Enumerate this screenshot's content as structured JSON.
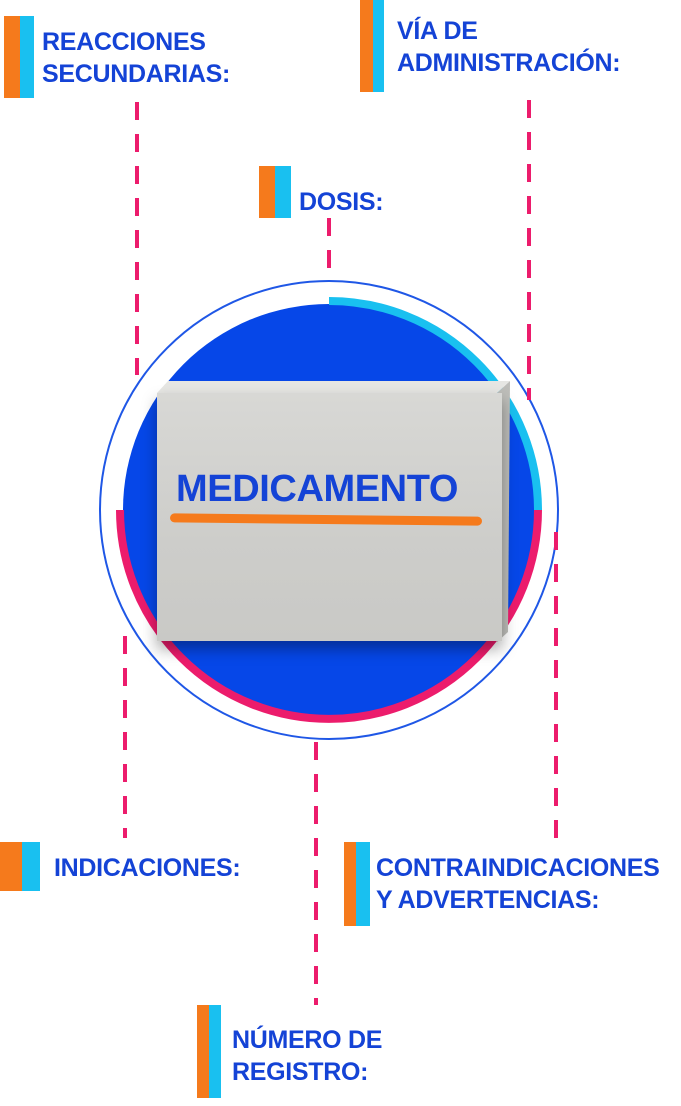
{
  "colors": {
    "blue": "#0647e8",
    "label_blue": "#1443d6",
    "outer_ring": "#1f57e6",
    "cyan": "#19c0f0",
    "magenta": "#ec1c6c",
    "orange": "#f57a1c",
    "box": "#cfcfcc",
    "box_top": "#e6e6e3",
    "box_side": "#bdbdb9",
    "dash": "#ec1c6c"
  },
  "center": {
    "title": "MEDICAMENTO"
  },
  "labels": {
    "reacciones": [
      "REACCIONES",
      "SECUNDARIAS:"
    ],
    "via": [
      "VÍA DE",
      "ADMINISTRACIÓN:"
    ],
    "dosis": [
      "DOSIS:"
    ],
    "indicaciones": [
      "INDICACIONES:"
    ],
    "contraindicaciones": [
      "CONTRAINDICACIONES",
      "Y ADVERTENCIAS:"
    ],
    "registro": [
      "NÚMERO DE",
      "REGISTRO:"
    ]
  }
}
